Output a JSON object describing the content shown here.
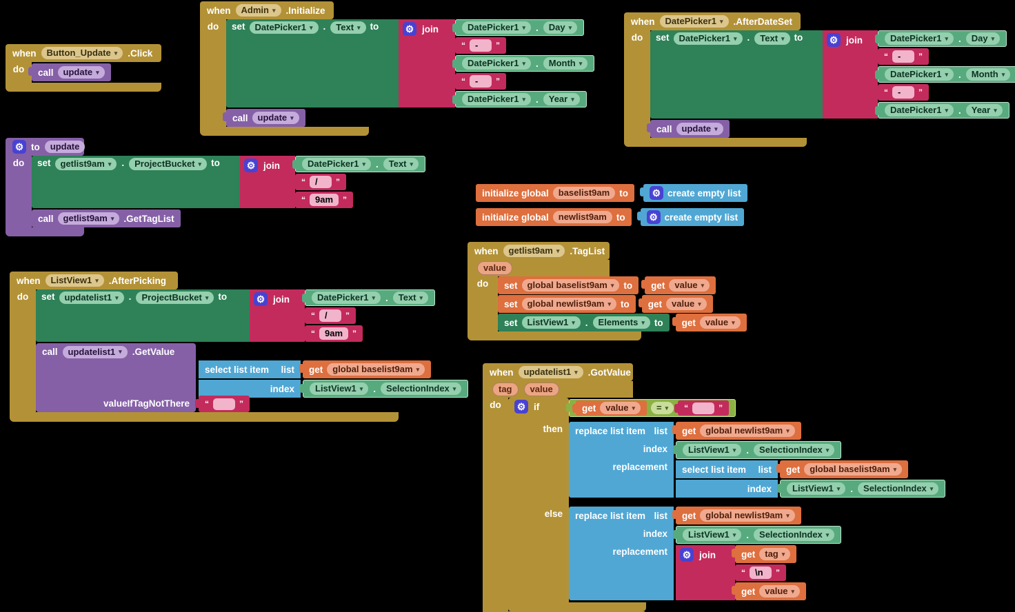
{
  "icons": {
    "dropdown_arrow": "▾",
    "gear": "⚙",
    "quote_open": "“",
    "quote_close": "”"
  },
  "colors": {
    "event_gold": "#B39237",
    "setter_green": "#2F8158",
    "getter_green": "#57AA7D",
    "text_crimson": "#C32B5D",
    "procedure_purple": "#8560A6",
    "variable_orange": "#DE6F3E",
    "list_blue": "#50A7D4",
    "logic_green": "#8BB144",
    "mutator_indigo": "#4842D3",
    "canvas_black": "#000000"
  },
  "kw": {
    "when": "when",
    "do": "do",
    "set": "set",
    "to": "to",
    "call": "call",
    "get": "get",
    "join": "join",
    "if": "if",
    "then": "then",
    "else": "else",
    "list": "list",
    "index": "index",
    "replacement": "replacement",
    "initialize_global": "initialize global",
    "create_empty_list": "create empty list",
    "select_list_item": "select list item",
    "replace_list_item": "replace list item",
    "value_if_tag_not_there": "valueIfTagNotThere",
    "equals": "=",
    "dot": "."
  },
  "g1": {
    "component": "Button_Update",
    "event": ".Click",
    "proc": "update"
  },
  "g2": {
    "component": "Admin",
    "event": ".Initialize",
    "set_component": "DatePicker1",
    "set_prop": "Text",
    "arg_component": "DatePicker1",
    "day": "Day",
    "month": "Month",
    "year": "Year",
    "dash": "-",
    "proc": "update"
  },
  "g3": {
    "component": "DatePicker1",
    "event": ".AfterDateSet",
    "set_component": "DatePicker1",
    "set_prop": "Text",
    "arg_component": "DatePicker1",
    "day": "Day",
    "month": "Month",
    "year": "Year",
    "dash": "-",
    "proc": "update"
  },
  "g4": {
    "proc": "update",
    "set_component": "getlist9am",
    "set_prop": "ProjectBucket",
    "arg_component": "DatePicker1",
    "arg_prop": "Text",
    "slash": "/",
    "am": "9am",
    "call_component": "getlist9am",
    "method": ".GetTagList"
  },
  "g5": {
    "var1": "baselist9am",
    "var2": "newlist9am"
  },
  "g6": {
    "component": "getlist9am",
    "event": ".TagList",
    "param": "value",
    "global1": "global baselist9am",
    "global2": "global newlist9am",
    "get_value": "value",
    "set_component": "ListView1",
    "set_prop": "Elements"
  },
  "g7": {
    "component": "ListView1",
    "event": ".AfterPicking",
    "set_component": "updatelist1",
    "set_prop": "ProjectBucket",
    "arg_component": "DatePicker1",
    "arg_prop": "Text",
    "slash": "/",
    "am": "9am",
    "call_component": "updatelist1",
    "method": ".GetValue",
    "global": "global baselist9am",
    "lv": "ListView1",
    "sel": "SelectionIndex",
    "empty": ""
  },
  "g8": {
    "component": "updatelist1",
    "event": ".GotValue",
    "param1": "tag",
    "param2": "value",
    "cond_get": "value",
    "empty": "",
    "newlist": "global newlist9am",
    "baselist": "global baselist9am",
    "lv": "ListView1",
    "sel": "SelectionIndex",
    "get_tag": "tag",
    "get_value": "value",
    "newline": "\\n"
  }
}
